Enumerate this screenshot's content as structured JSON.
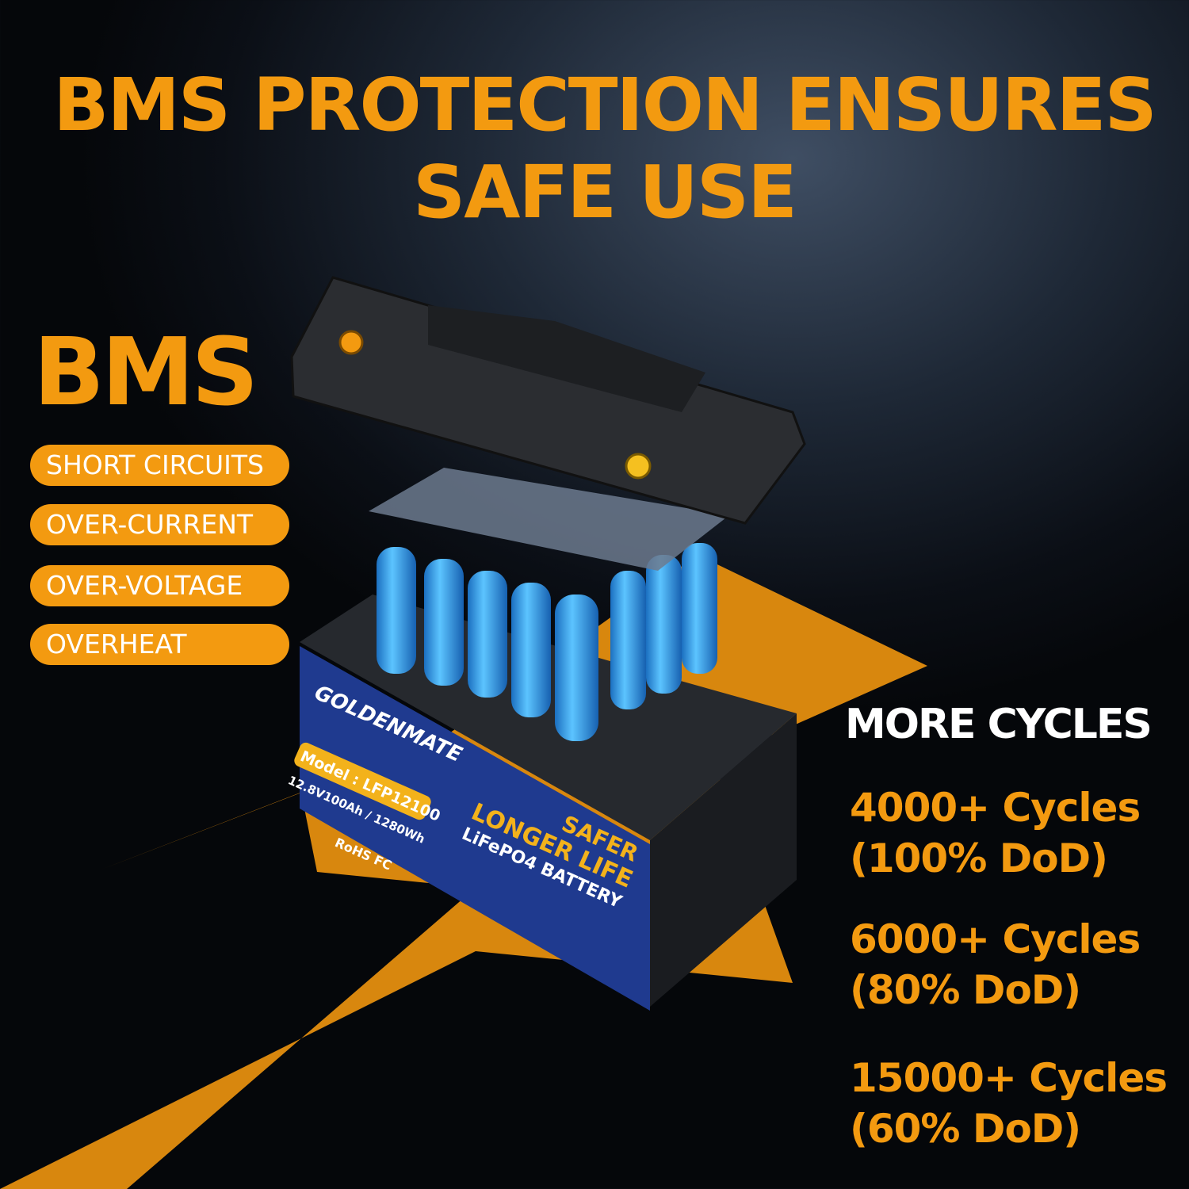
{
  "headline": {
    "line1": "BMS PROTECTION ENSURES",
    "line2": "SAFE USE"
  },
  "bms": {
    "title": "BMS",
    "protections": [
      "SHORT CIRCUITS",
      "OVER-CURRENT",
      "OVER-VOLTAGE",
      "OVERHEAT"
    ]
  },
  "cycles": {
    "title": "MORE CYCLES",
    "items": [
      {
        "count": "4000+ Cycles",
        "dod": "(100% DoD)"
      },
      {
        "count": "6000+ Cycles",
        "dod": "(80% DoD)"
      },
      {
        "count": "15000+ Cycles",
        "dod": "(60% DoD)"
      }
    ]
  },
  "battery_label": {
    "brand": "GOLDENMATE",
    "model": "Model : LFP12100",
    "spec": "12.8V100Ah / 1280Wh",
    "tagline1": "SAFER",
    "tagline2": "LONGER LIFE",
    "type": "LiFePO4 BATTERY",
    "certs": "RoHS FC"
  },
  "colors": {
    "accent": "#f39a10",
    "label_blue": "#1f3a8f",
    "cell_blue": "#2fa0e8",
    "background": "#1a2230"
  }
}
